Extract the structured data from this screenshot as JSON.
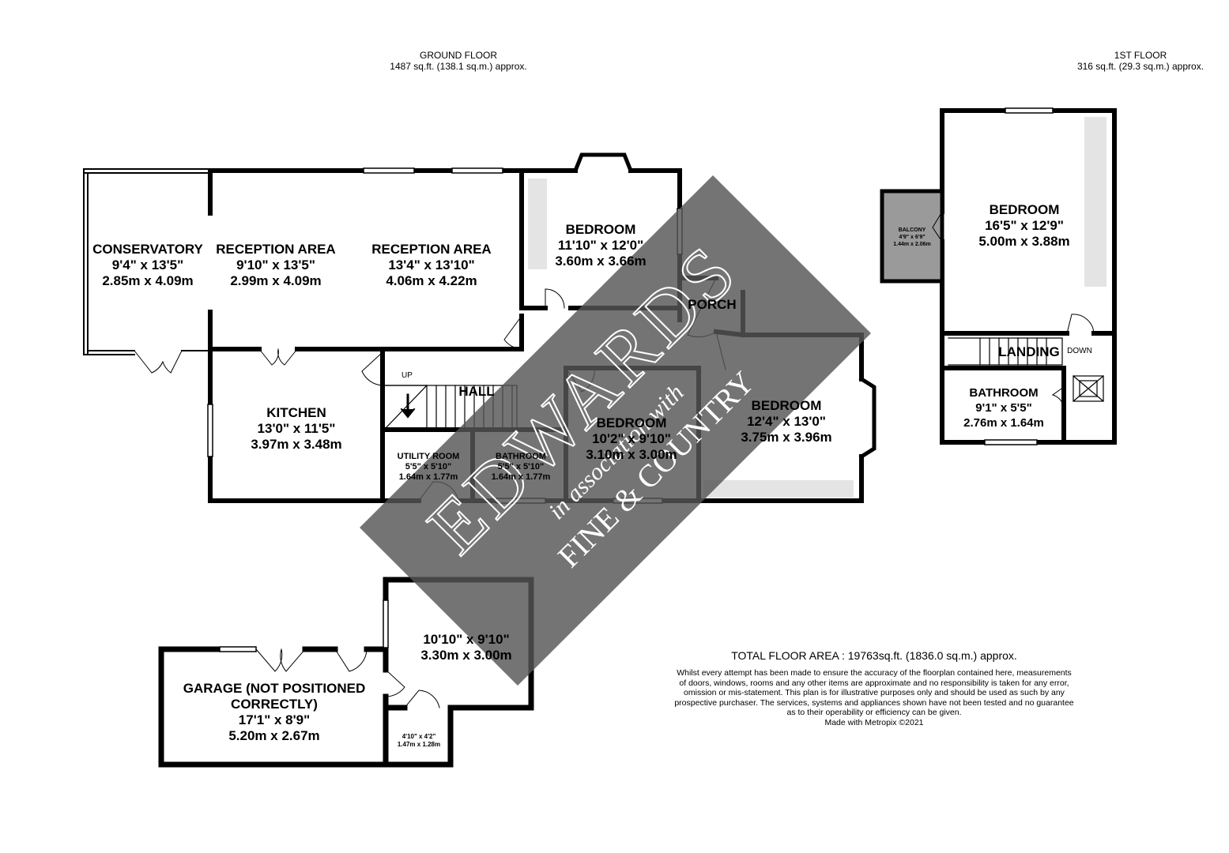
{
  "ground_floor": {
    "title": "GROUND FLOOR",
    "area": "1487 sq.ft. (138.1 sq.m.) approx."
  },
  "first_floor": {
    "title": "1ST FLOOR",
    "area": "316 sq.ft. (29.3 sq.m.) approx."
  },
  "rooms": {
    "conservatory": {
      "name": "CONSERVATORY",
      "imperial": "9'4\"  x 13'5\"",
      "metric": "2.85m  x 4.09m"
    },
    "reception_1": {
      "name": "RECEPTION AREA",
      "imperial": "9'10\"  x 13'5\"",
      "metric": "2.99m  x 4.09m"
    },
    "reception_2": {
      "name": "RECEPTION AREA",
      "imperial": "13'4\"  x 13'10\"",
      "metric": "4.06m  x 4.22m"
    },
    "bedroom_front": {
      "name": "BEDROOM",
      "imperial": "11'10\"  x 12'0\"",
      "metric": "3.60m  x 3.66m"
    },
    "porch": {
      "name": "PORCH"
    },
    "kitchen": {
      "name": "KITCHEN",
      "imperial": "13'0\"  x 11'5\"",
      "metric": "3.97m  x 3.48m"
    },
    "hall": {
      "name": "HALL",
      "up": "UP"
    },
    "utility": {
      "name": "UTILITY ROOM",
      "imperial": "5'5\"  x 5'10\"",
      "metric": "1.64m  x 1.77m"
    },
    "bathroom_ground": {
      "name": "BATHROOM",
      "imperial": "5'5\"  x 5'10\"",
      "metric": "1.64m  x 1.77m"
    },
    "bedroom_middle": {
      "name": "BEDROOM",
      "imperial": "10'2\"  x 9'10\"",
      "metric": "3.10m  x 3.00m"
    },
    "bedroom_right": {
      "name": "BEDROOM",
      "imperial": "12'4\"  x 13'0\"",
      "metric": "3.75m  x 3.96m"
    },
    "bedroom_upper": {
      "name": "BEDROOM",
      "imperial": "16'5\"  x 12'9\"",
      "metric": "5.00m  x 3.88m"
    },
    "balcony": {
      "name": "BALCONY",
      "imperial": "4'9\"  x 6'9\"",
      "metric": "1.44m  x 2.06m"
    },
    "landing": {
      "name": "LANDING",
      "down": "DOWN"
    },
    "bathroom_upper": {
      "name": "BATHROOM",
      "imperial": "9'1\"  x 5'5\"",
      "metric": "2.76m  x 1.64m"
    },
    "garage": {
      "name_1": "GARAGE (NOT POSITIONED",
      "name_2": "CORRECTLY)",
      "imperial": "17'1\"  x 8'9\"",
      "metric": "5.20m  x 2.67m"
    },
    "outbuilding": {
      "imperial": "10'10\"  x 9'10\"",
      "metric": "3.30m  x 3.00m"
    },
    "store": {
      "imperial": "4'10\"  x 4'2\"",
      "metric": "1.47m  x 1.28m"
    }
  },
  "total_area": "TOTAL FLOOR AREA : 19763sq.ft. (1836.0 sq.m.) approx.",
  "disclaimer": [
    "Whilst every attempt has been made to ensure the accuracy of the floorplan contained here, measurements",
    "of doors, windows, rooms and any other items are approximate and no responsibility is taken for any error,",
    "omission or mis-statement. This plan is for illustrative purposes only and should be used as such by any",
    "prospective purchaser. The services, systems and appliances shown have not been tested and no guarantee",
    "as to their operability or efficiency can be given.",
    "Made with Metropix ©2021"
  ],
  "watermark": {
    "brand": "EDWARDS",
    "tagline": "in association with",
    "partner": "FINE & COUNTRY",
    "color": "#555555"
  }
}
